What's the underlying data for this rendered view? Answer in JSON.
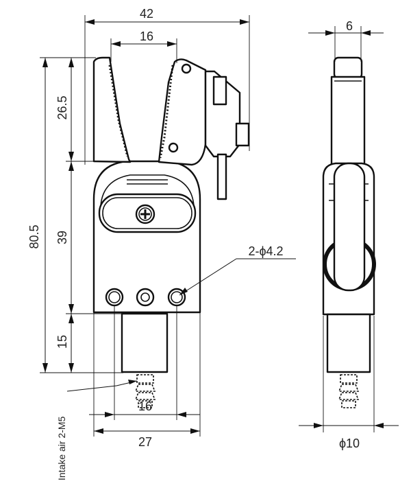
{
  "dimensions": {
    "total_width": "42",
    "jaw_opening": "16",
    "side_thickness": "6",
    "jaw_height": "26.5",
    "total_height": "80.5",
    "body_height": "39",
    "port_height": "15",
    "hole_spacing": "16",
    "body_width": "27",
    "shaft_diameter": "ϕ10"
  },
  "notes": {
    "holes": "2-ϕ4.2",
    "air_port": "Intake air 2-M5"
  }
}
